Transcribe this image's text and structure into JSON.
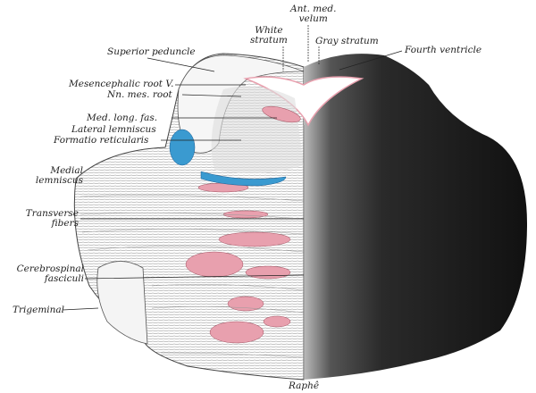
{
  "labels": {
    "ant_med_velum": [
      "Ant. med.",
      "velum"
    ],
    "white_stratum": [
      "White",
      "stratum"
    ],
    "gray_stratum": "Gray stratum",
    "fourth_ventricle": "Fourth ventricle",
    "superior_peduncle": "Superior peduncle",
    "mesencephalic_root": "Mesencephalic root V.",
    "nn_mes_root": "Nn. mes. root",
    "med_long_fas": "Med. long. fas.",
    "lateral_lemniscus": "Lateral lemniscus",
    "formatio_reticularis": "Formatio reticularis",
    "medial_lemniscus": [
      "Medial",
      "lemniscus"
    ],
    "transverse_fibers": [
      "Transverse",
      "fibers"
    ],
    "cerebrospinal_fasciculi": [
      "Cerebrospinal",
      "fasciculi"
    ],
    "trigeminal": "Trigeminal",
    "raphe": "Raphê"
  },
  "colors": {
    "pink": "#e8a0ae",
    "blue": "#3a9ad0",
    "dark": "#222222"
  }
}
